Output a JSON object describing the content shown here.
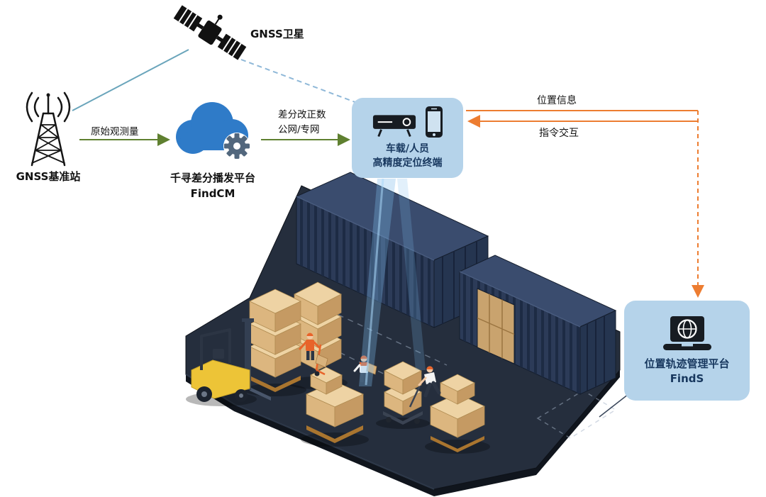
{
  "nodes": {
    "satellite": {
      "label": "GNSS卫星"
    },
    "base_station": {
      "label": "GNSS基准站"
    },
    "cloud": {
      "title": "千寻差分播发平台",
      "subtitle": "FindCM"
    },
    "terminal": {
      "line1": "车载/人员",
      "line2": "高精度定位终端"
    },
    "management": {
      "title": "位置轨迹管理平台",
      "subtitle": "FindS"
    }
  },
  "links": {
    "raw_observation": "原始观测量",
    "correction_line1": "差分改正数",
    "correction_line2": "公网/专网",
    "position_info": "位置信息",
    "command_exchange": "指令交互"
  },
  "icons": {
    "satellite": "satellite-icon",
    "base_station": "antenna-tower-icon",
    "cloud": "cloud-gear-icon",
    "terminal": [
      "receiver-box-icon",
      "smartphone-icon"
    ],
    "management": "laptop-globe-icon"
  },
  "scene": {
    "name": "warehouse-isometric-illustration",
    "elements": [
      "shipping-containers",
      "forklift",
      "pallet-boxes",
      "workers",
      "pallet-jack",
      "positioning-beam"
    ]
  },
  "colors": {
    "panel_fill": "#b5d3ea",
    "panel_text": "#17375e",
    "green_arrow": "#5f8030",
    "orange_arrow": "#ed7d31",
    "satellite_link_teal": "#6aa5bb",
    "satellite_link_dashed": "#8fb8d8",
    "cloud_blue": "#2f7bc8",
    "platform_dark": "#252e3d",
    "box_tan": "#dcb67f",
    "forklift_yellow": "#edc437"
  }
}
